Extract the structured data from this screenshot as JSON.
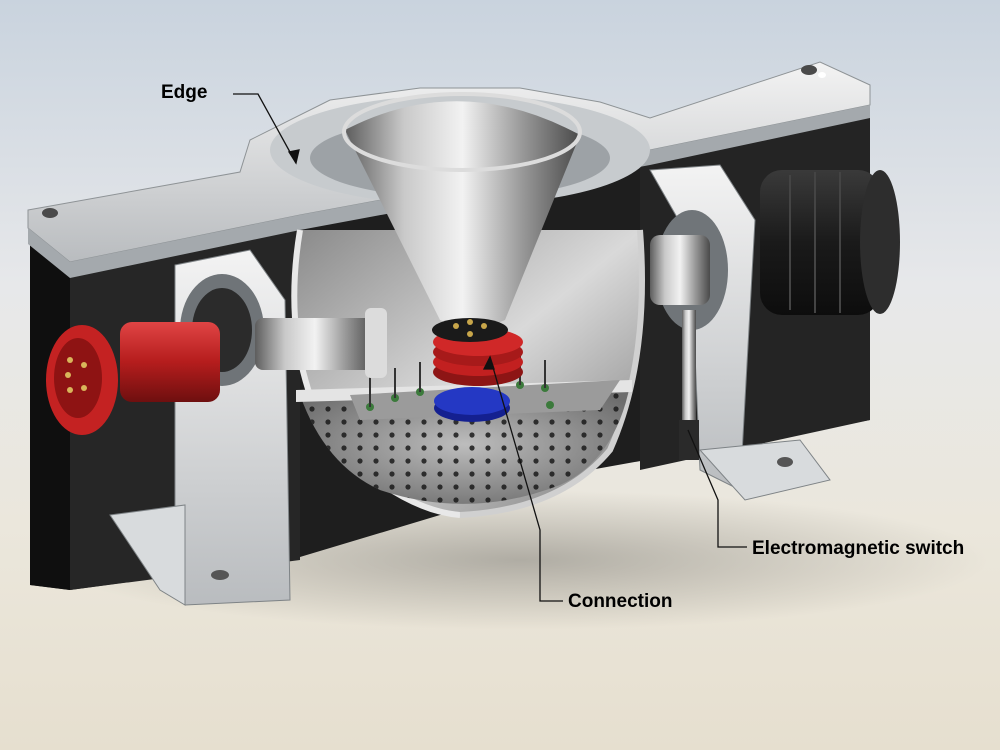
{
  "labels": {
    "edge": "Edge",
    "electromagnetic_switch": "Electromagnetic switch",
    "connection": "Connection"
  },
  "colors": {
    "housing_black": "#1b1b1b",
    "housing_grey": "#cfd3d6",
    "funnel_steel": "#a9a9a9",
    "connector_red": "#b51d1d",
    "disc_blue": "#1f2fb0"
  }
}
